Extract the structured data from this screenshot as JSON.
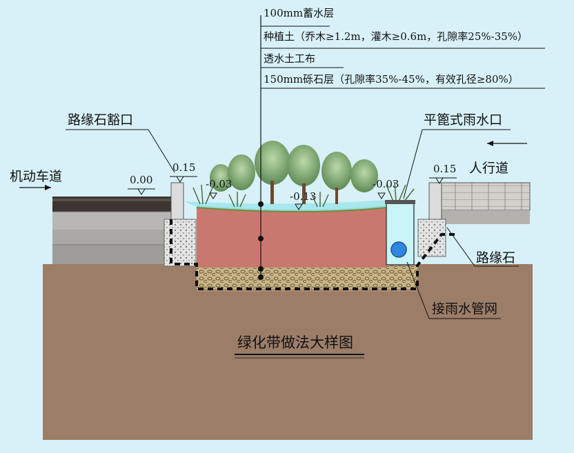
{
  "title": "绿化带做法大样图",
  "layers": {
    "storage": "100mm蓄水层",
    "soil": "种植土（乔木≥1.2m，灌木≥0.6m，孔隙率25%-35%）",
    "geotextile": "透水土工布",
    "gravel": "150mm砾石层（孔隙率35%-45%，有效孔径≥80%）"
  },
  "labels": {
    "curb_opening": "路缘石豁口",
    "grate_inlet": "平篦式雨水口",
    "vehicle_lane": "机动车道",
    "sidewalk": "人行道",
    "curb_stone": "路缘石",
    "storm_pipe": "接雨水管网"
  },
  "elevations": {
    "road": "0.00",
    "curb_left": "0.15",
    "curb_right": "0.15",
    "inner_left": "-0.03",
    "inner_right": "-0.03",
    "center": "-0.13"
  },
  "colors": {
    "background": "#d8f1f8",
    "ground": "#9b7d68",
    "soil": "#c9786f",
    "gravel": "#c9b587",
    "water": "#9fe6ec",
    "asphalt": "#3d3532"
  }
}
